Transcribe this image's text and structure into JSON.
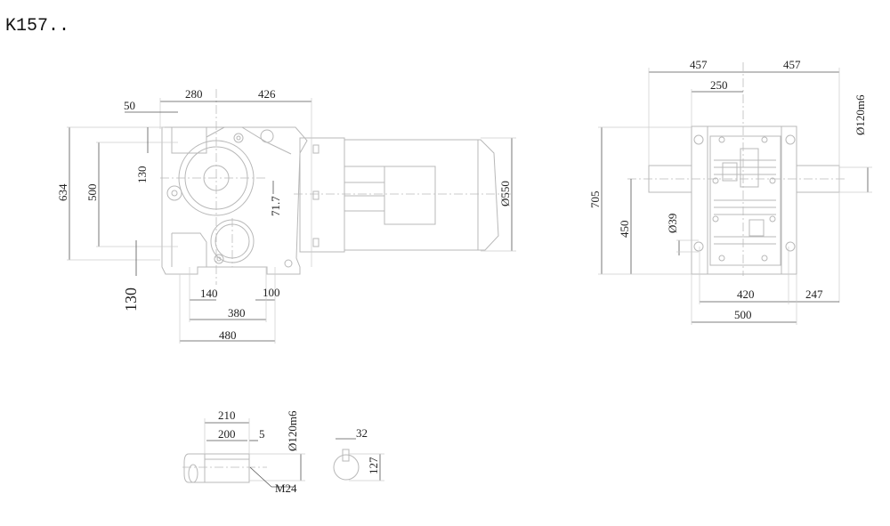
{
  "title": "K157..",
  "side_view": {
    "dims": {
      "d50": "50",
      "d280": "280",
      "d426": "426",
      "d634": "634",
      "d500": "500",
      "d130_top": "130",
      "d130_bottom": "130",
      "d71_7": "71.7",
      "d550": "Ø550",
      "d140": "140",
      "d100": "100",
      "d380": "380",
      "d480": "480"
    }
  },
  "front_view": {
    "dims": {
      "d457_left": "457",
      "d457_right": "457",
      "d250": "250",
      "d120m6": "Ø120m6",
      "d705": "705",
      "d450": "450",
      "d39": "Ø39",
      "d420": "420",
      "d247": "247",
      "d500": "500"
    }
  },
  "shaft_detail": {
    "dims": {
      "d210": "210",
      "d200": "200",
      "d5": "5",
      "d120m6": "Ø120m6",
      "m24": "M24",
      "d32": "32",
      "d127": "127"
    }
  }
}
